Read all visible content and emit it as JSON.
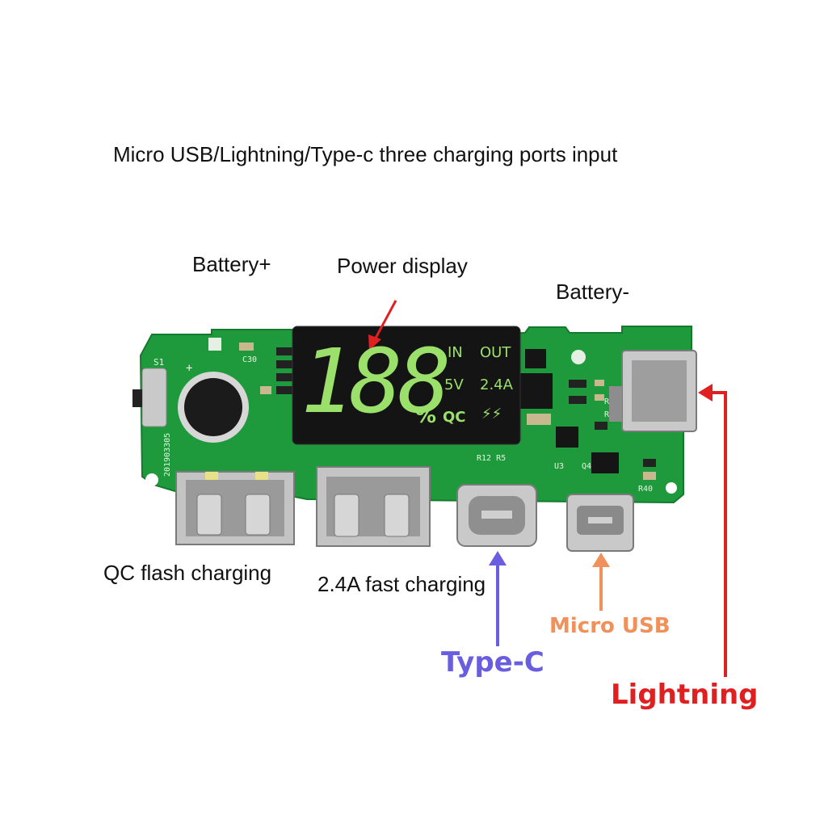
{
  "title": "Micro USB/Lightning/Type-c three charging ports input",
  "labels": {
    "battery_plus": "Battery+",
    "power_display": "Power display",
    "battery_minus": "Battery-",
    "qc_flash": "QC flash charging",
    "fast_charging": "2.4A fast charging",
    "type_c": "Type-C",
    "micro_usb": "Micro USB",
    "lightning": "Lightning"
  },
  "display": {
    "digits": "188",
    "percent": "%",
    "in": "IN",
    "out": "OUT",
    "volt": "5V",
    "amp": "2.4A",
    "qc": "QC",
    "bolt": "⚡⚡"
  },
  "colors": {
    "type_c": "#6a5ee0",
    "micro_usb": "#f0905a",
    "lightning": "#e02020",
    "power_arrow": "#e02020",
    "pcb": "#1e9a3c",
    "lcd_segments": "#9be06a"
  }
}
